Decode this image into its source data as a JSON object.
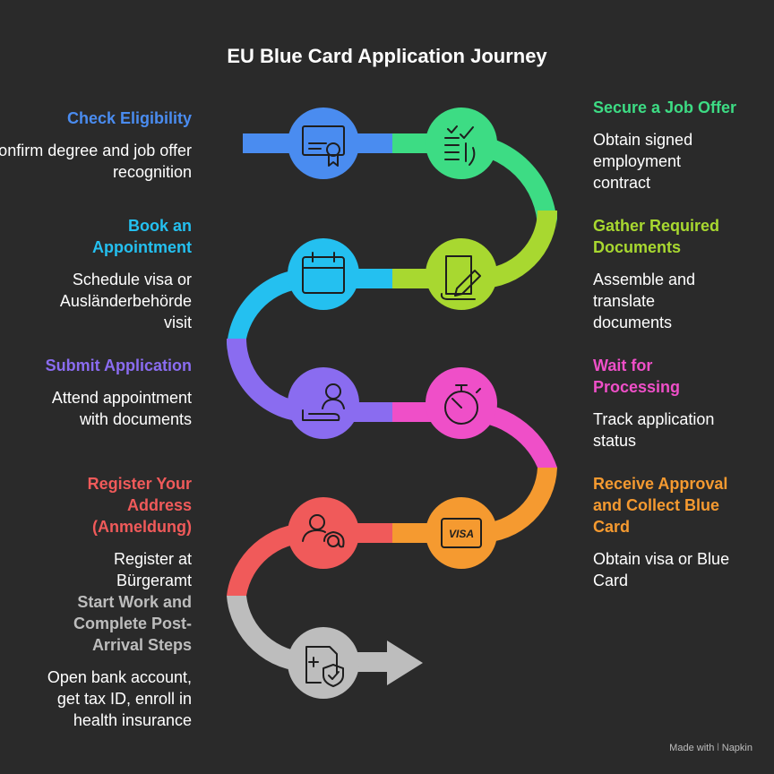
{
  "title": "EU Blue Card Application Journey",
  "colors": {
    "background": "#2a2a2a",
    "check": "#4a8cf0",
    "job": "#3ddc84",
    "docs": "#a8d830",
    "book": "#24c0f0",
    "submit": "#8a6cf0",
    "wait": "#ef4fc8",
    "approval": "#f59a30",
    "register": "#f05a5a",
    "start": "#bdbdbd"
  },
  "steps": {
    "check": {
      "title": "Check Eligibility",
      "desc": "Confirm degree and job offer recognition",
      "icon": "certificate-icon"
    },
    "job": {
      "title": "Secure a Job Offer",
      "desc": "Obtain signed employment contract",
      "icon": "checklist-icon"
    },
    "book": {
      "title": "Book an Appointment",
      "desc": "Schedule visa or Ausländerbehörde visit",
      "icon": "calendar-icon"
    },
    "docs": {
      "title": "Gather Required Documents",
      "desc": "Assemble and translate documents",
      "icon": "document-pen-icon"
    },
    "submit": {
      "title": "Submit Application",
      "desc": "Attend appointment with documents",
      "icon": "person-desk-icon"
    },
    "wait": {
      "title": "Wait for Processing",
      "desc": "Track application status",
      "icon": "stopwatch-icon"
    },
    "register": {
      "title": "Register Your Address (Anmeldung)",
      "desc": "Register at Bürgeramt",
      "icon": "person-at-icon"
    },
    "approval": {
      "title": "Receive Approval and Collect Blue Card",
      "desc": "Obtain visa or Blue Card",
      "icon": "visa-card-icon",
      "card_text": "VISA"
    },
    "start": {
      "title": "Start Work and Complete Post-Arrival Steps",
      "desc": "Open bank account, get tax ID, enroll in health insurance",
      "icon": "medical-shield-icon"
    }
  },
  "footer": {
    "text": "Made with",
    "brand": "Napkin"
  }
}
